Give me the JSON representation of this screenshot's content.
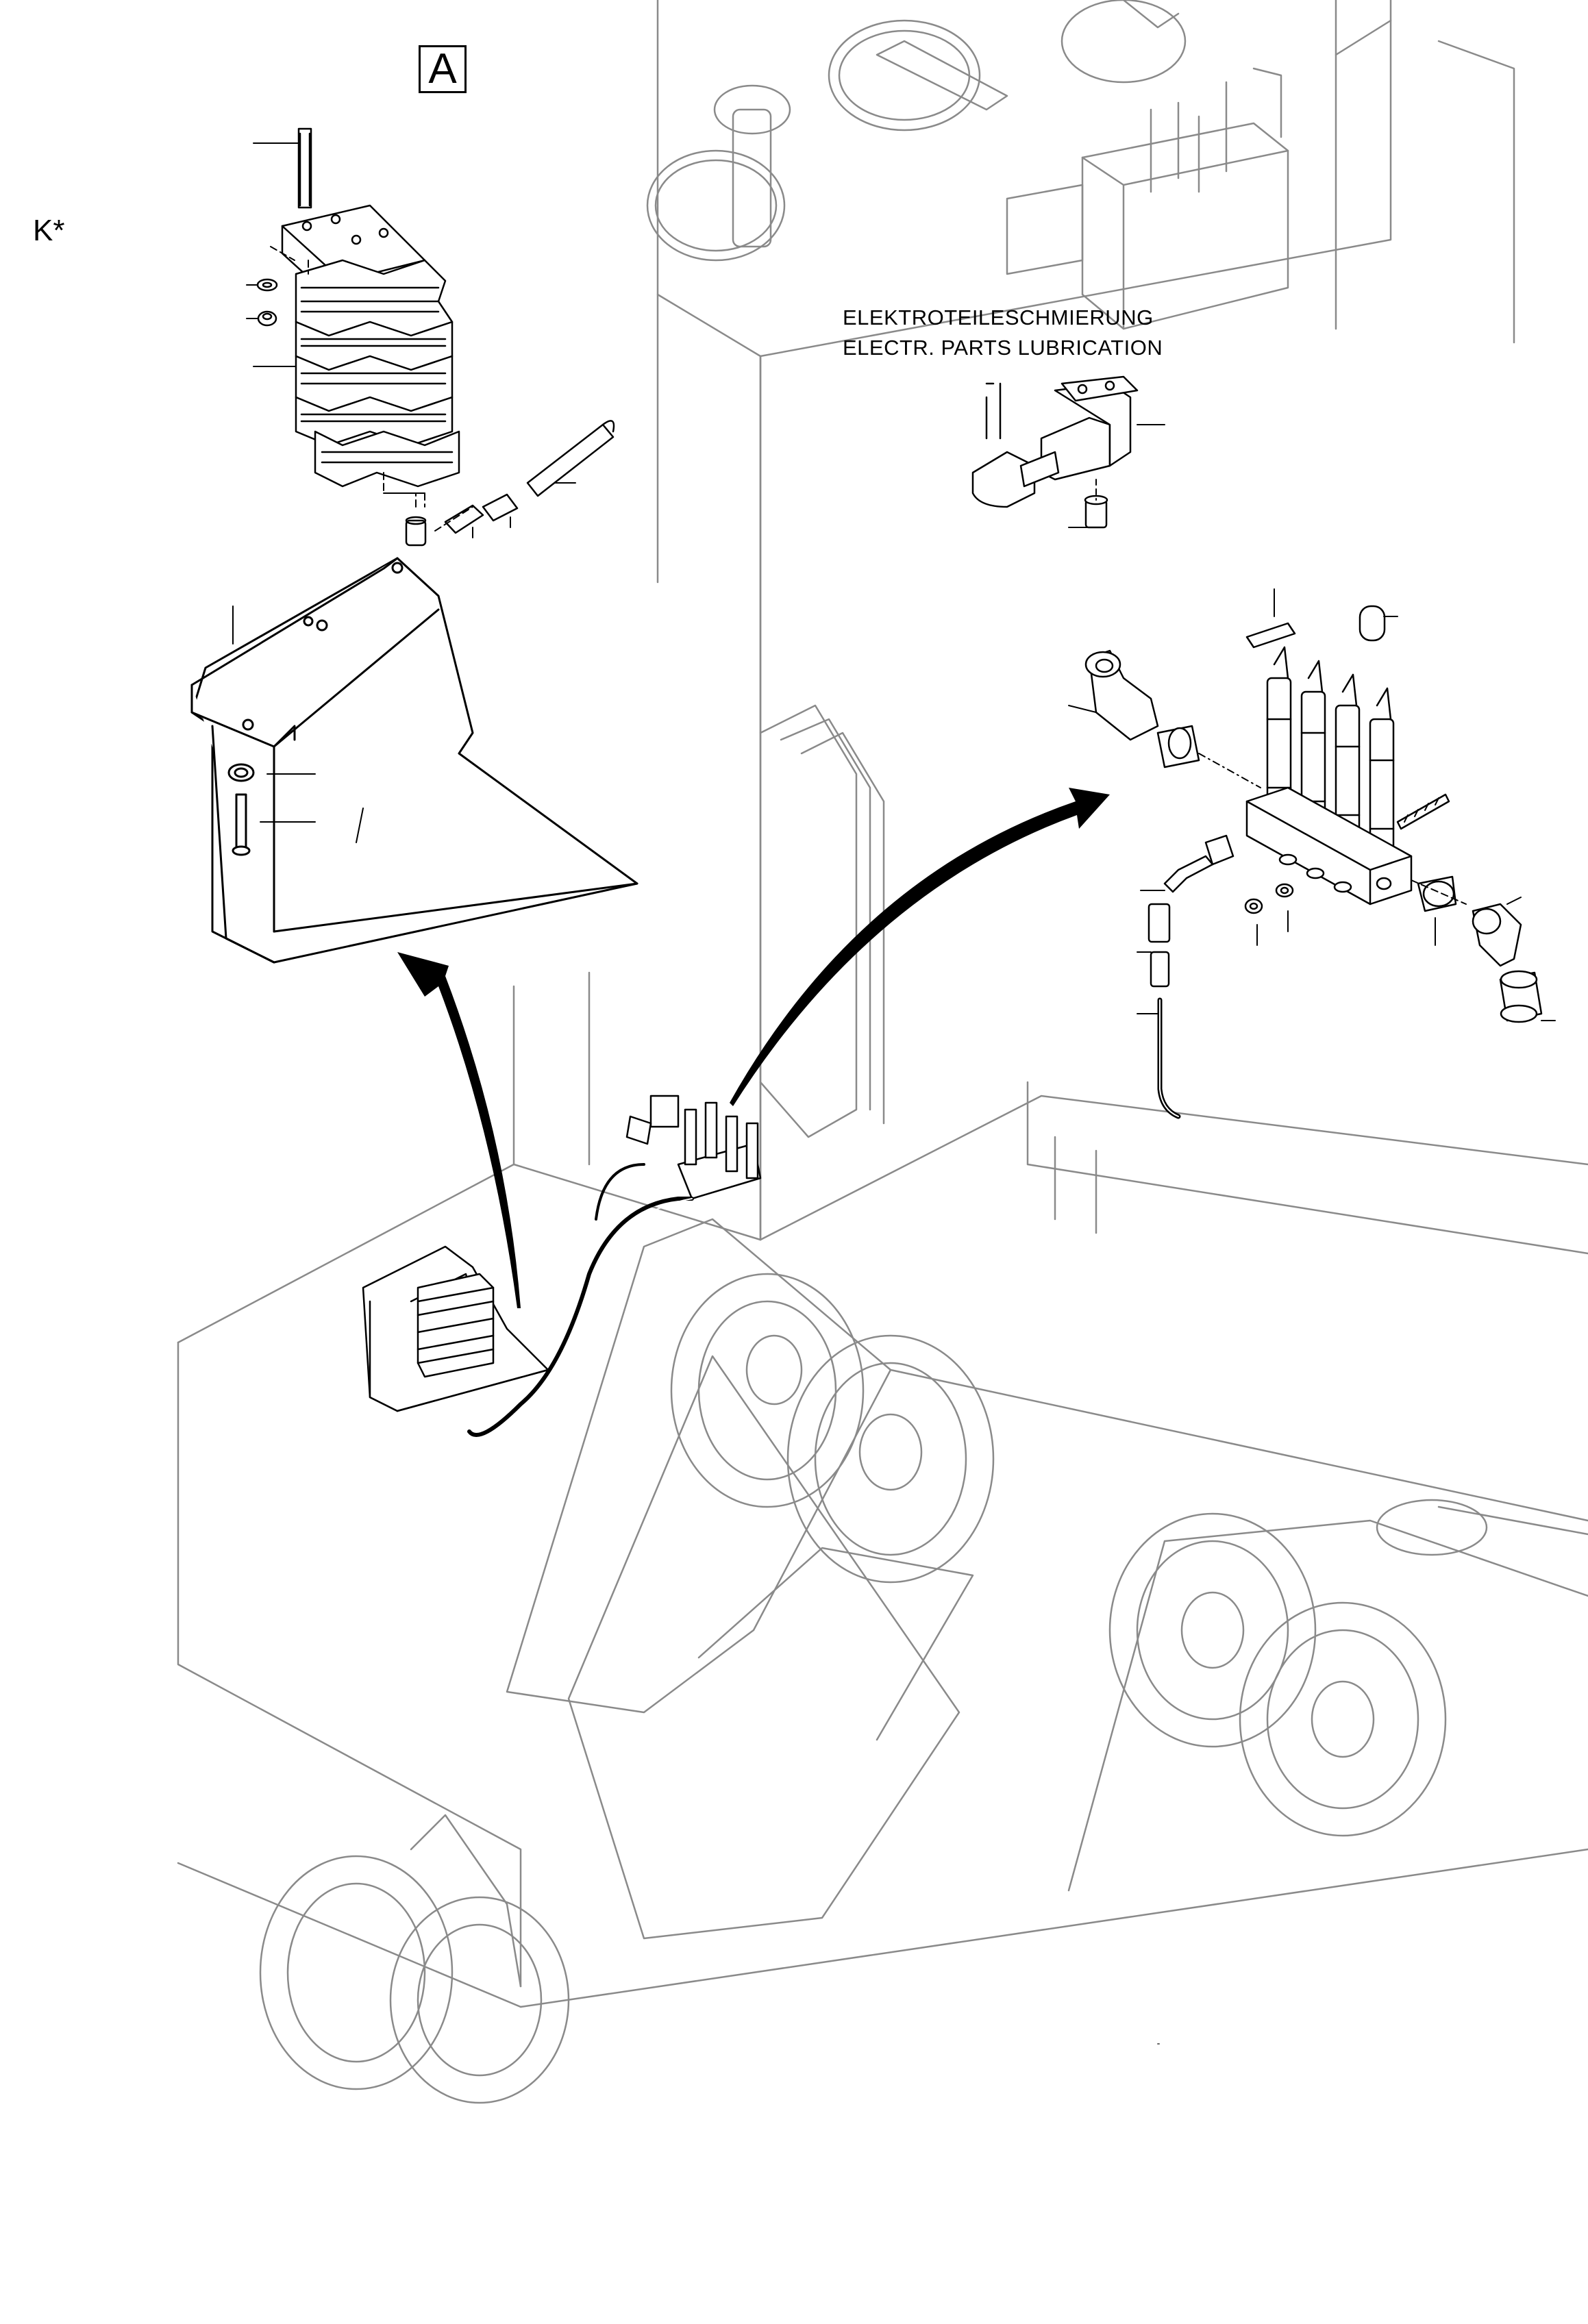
{
  "view_label": "A",
  "variant_mark": "K*",
  "callout": {
    "german": "ELEKTROTEILESCHMIERUNG",
    "english": "ELECTR. PARTS LUBRICATION"
  }
}
